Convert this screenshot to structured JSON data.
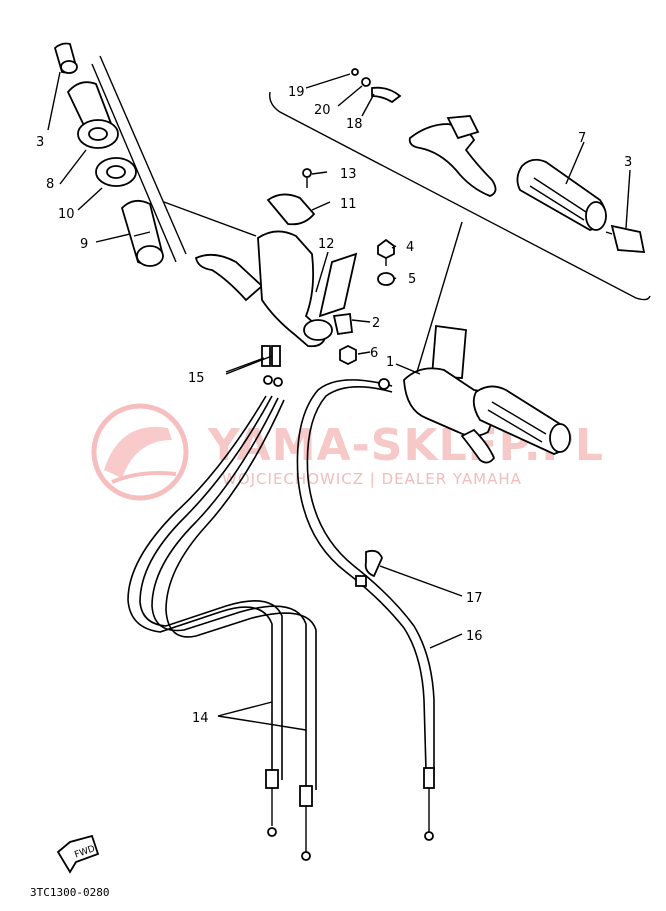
{
  "watermark": {
    "title": "YAMA-SKLEP.PL",
    "subtitle": "WOJCIECHOWICZ | DEALER YAMAHA"
  },
  "diagram_code": "3TC1300-0280",
  "forward_mark": "FWD",
  "part_labels": {
    "p1": "1",
    "p2": "2",
    "p3_left": "3",
    "p3_right": "3",
    "p4": "4",
    "p5": "5",
    "p6": "6",
    "p7": "7",
    "p8": "8",
    "p9": "9",
    "p10": "10",
    "p11": "11",
    "p12": "12",
    "p13": "13",
    "p14": "14",
    "p15": "15",
    "p16": "16",
    "p17": "17",
    "p18": "18",
    "p19": "19",
    "p20": "20"
  },
  "colors": {
    "watermark": "#f3b6b6",
    "line": "#000000"
  }
}
